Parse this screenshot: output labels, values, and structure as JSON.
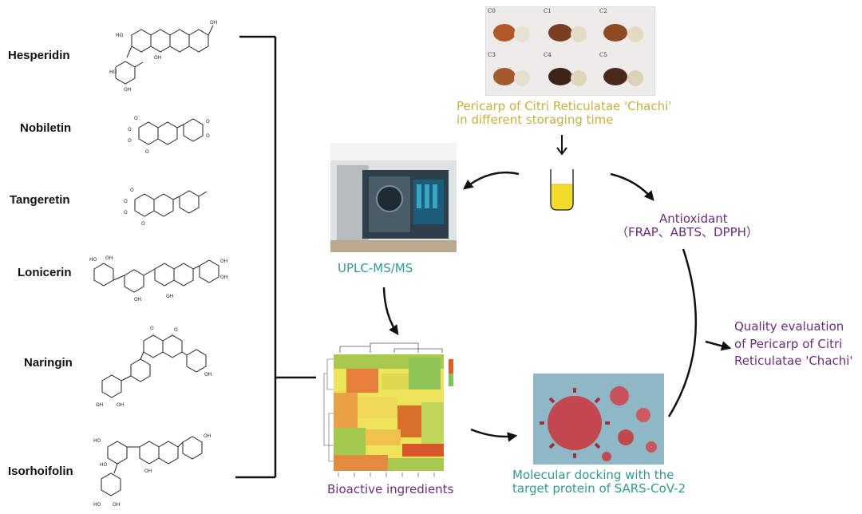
{
  "compounds": [
    {
      "name": "Hesperidin"
    },
    {
      "name": "Nobiletin"
    },
    {
      "name": "Tangeretin"
    },
    {
      "name": "Lonicerin"
    },
    {
      "name": "Naringin"
    },
    {
      "name": "Isorhoifolin"
    }
  ],
  "pericarp": {
    "panel_labels": [
      "C0",
      "C1",
      "C2",
      "C3",
      "C4",
      "C5"
    ],
    "caption_line1": "Pericarp of Citri Reticulatae 'Chachi'",
    "caption_line2": "in different storaging time"
  },
  "uplc": {
    "label": "UPLC-MS/MS"
  },
  "antioxidant": {
    "line1": "Antioxidant",
    "line2": "（FRAP、ABTS、DPPH）"
  },
  "heatmap": {
    "label": "Bioactive ingredients"
  },
  "docking": {
    "line1": "Molecular docking with the",
    "line2": "target protein of SARS-CoV-2"
  },
  "quality": {
    "line1": "Quality evaluation",
    "line2": "of Pericarp of Citri",
    "line3": "Reticulatae 'Chachi'"
  },
  "colors": {
    "caption_yellow": "#c9b13a",
    "teal": "#2f9a93",
    "purple": "#6b2d7e",
    "arrow": "#111111",
    "liquid": "#f2dc2a"
  }
}
